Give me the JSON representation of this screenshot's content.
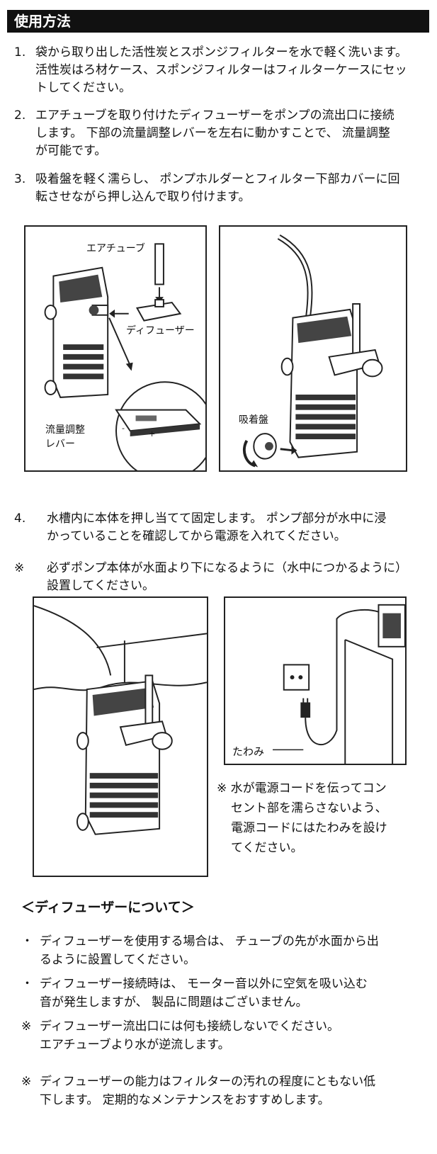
{
  "section_title": "使用方法",
  "steps": [
    {
      "num": "1.",
      "lines": [
        "袋から取り出した活性炭とスポンジフィルターを水で軽く洗います。",
        "活性炭はろ材ケース、スポンジフィルターはフィルターケースにセッ",
        "トしてください。"
      ]
    },
    {
      "num": "2.",
      "lines": [
        "エアチューブを取り付けたディフューザーをポンプの流出口に接続",
        "します。 下部の流量調整レバーを左右に動かすことで、 流量調整",
        "が可能です。"
      ]
    },
    {
      "num": "3.",
      "lines": [
        "吸着盤を軽く濡らし、 ポンプホルダーとフィルター下部カバーに回",
        "転させながら押し込んで取り付けます。"
      ]
    },
    {
      "num": "4.",
      "lines": [
        "水槽内に本体を押し当てて固定します。 ポンプ部分が水中に浸",
        "かっていることを確認してから電源を入れてください。"
      ]
    }
  ],
  "figure1": {
    "air_tube_label": "エアチューブ",
    "diffuser_label": "ディフューザー",
    "lever_label_1": "流量調整",
    "lever_label_2": "レバー",
    "minus": "-",
    "plus": "+"
  },
  "figure2": {
    "suction_label": "吸着盤"
  },
  "warning": {
    "mark": "※",
    "lines": [
      "必ずポンプ本体が水面より下になるように（水中につかるように）",
      "設置してください。"
    ]
  },
  "figure4": {
    "slack_label": "たわみ"
  },
  "cord_note": {
    "lines": [
      "※ 水が電源コードを伝ってコン",
      "セント部を濡らさないよう、",
      "電源コードにはたわみを設け",
      "てください。"
    ]
  },
  "diffuser_section": {
    "heading": "＜ディフューザーについて＞",
    "items": [
      {
        "mark": "・",
        "lines": [
          "ディフューザーを使用する場合は、 チューブの先が水面から出",
          "るように設置してください。"
        ]
      },
      {
        "mark": "・",
        "lines": [
          "ディフューザー接続時は、 モーター音以外に空気を吸い込む",
          "音が発生しますが、 製品に問題はございません。"
        ]
      },
      {
        "mark": "※",
        "lines": [
          "ディフューザー流出口には何も接続しないでください。",
          "エアチューブより水が逆流します。"
        ]
      },
      {
        "mark": "※",
        "lines": [
          "ディフューザーの能力はフィルターの汚れの程度にともない低",
          "下します。 定期的なメンテナンスをおすすめします。"
        ]
      }
    ]
  }
}
